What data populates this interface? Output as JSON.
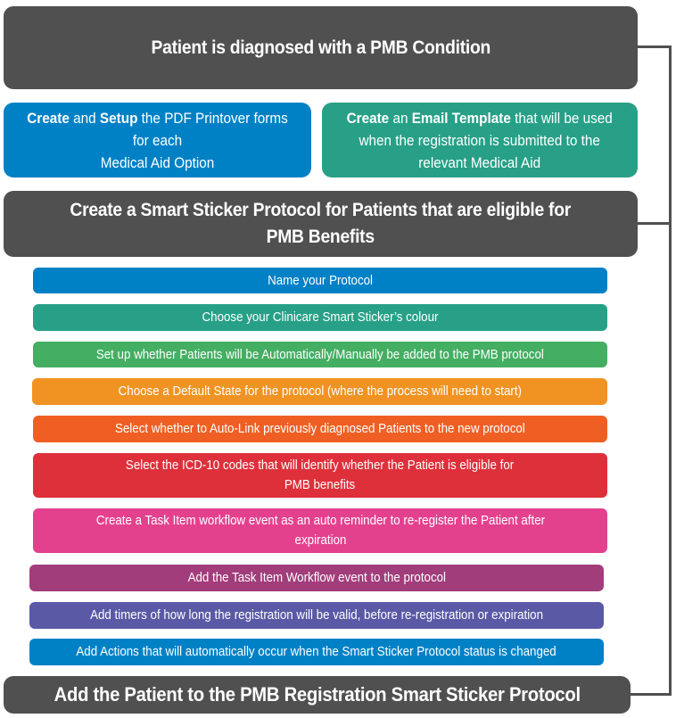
{
  "title_box": {
    "text": "Patient is diagnosed with a PMB Condition"
  },
  "setup_cards": [
    {
      "line1_bold1": "Create",
      "line1_mid": " and ",
      "line1_bold2": "Setup",
      "line1_rest": " the PDF Printover forms",
      "line2": "for each",
      "line3": "Medical Aid Option",
      "color": "#0081c6"
    },
    {
      "line1_bold1": "Create",
      "line1_mid": " an ",
      "line1_bold2": "Email Template",
      "line1_rest": " that will be used",
      "line2": "when the registration is submitted to the",
      "line3": "relevant Medical Aid",
      "color": "#27a087"
    }
  ],
  "protocol_box": {
    "line1": "Create a Smart Sticker Protocol for Patients that are eligible for",
    "line2": "PMB Benefits"
  },
  "steps": [
    {
      "lines": [
        "Name your Protocol"
      ],
      "color": "#0081c6"
    },
    {
      "lines": [
        "Choose your Clinicare Smart Sticker’s colour"
      ],
      "color": "#27a087"
    },
    {
      "lines": [
        "Set up whether Patients will be Automatically/Manually be added to the PMB protocol"
      ],
      "color": "#44ae62"
    },
    {
      "lines": [
        "Choose a Default State for the protocol (where the process will need to start)"
      ],
      "color": "#f09322"
    },
    {
      "lines": [
        "Select whether to Auto-Link previously diagnosed Patients to the new protocol"
      ],
      "color": "#ef5f24"
    },
    {
      "lines": [
        "Select the ICD-10 codes that will identify whether the Patient is eligible for",
        "PMB benefits"
      ],
      "color": "#de303b"
    },
    {
      "lines": [
        "Create a Task Item workflow event as an auto reminder to re-register the Patient after",
        "expiration"
      ],
      "color": "#e3418e"
    },
    {
      "lines": [
        "Add the Task Item Workflow event to the protocol"
      ],
      "color": "#a23d7b"
    },
    {
      "lines": [
        "Add timers of how long the registration will be valid, before re-registration or expiration"
      ],
      "color": "#5a59a6"
    },
    {
      "lines": [
        "Add Actions that will automatically occur when the Smart Sticker Protocol status is changed"
      ],
      "color": "#0081c6"
    }
  ],
  "final_box": {
    "text": "Add the Patient to the PMB Registration Smart Sticker Protocol"
  },
  "colors": {
    "dark": "#505050",
    "connector": "#505050"
  }
}
